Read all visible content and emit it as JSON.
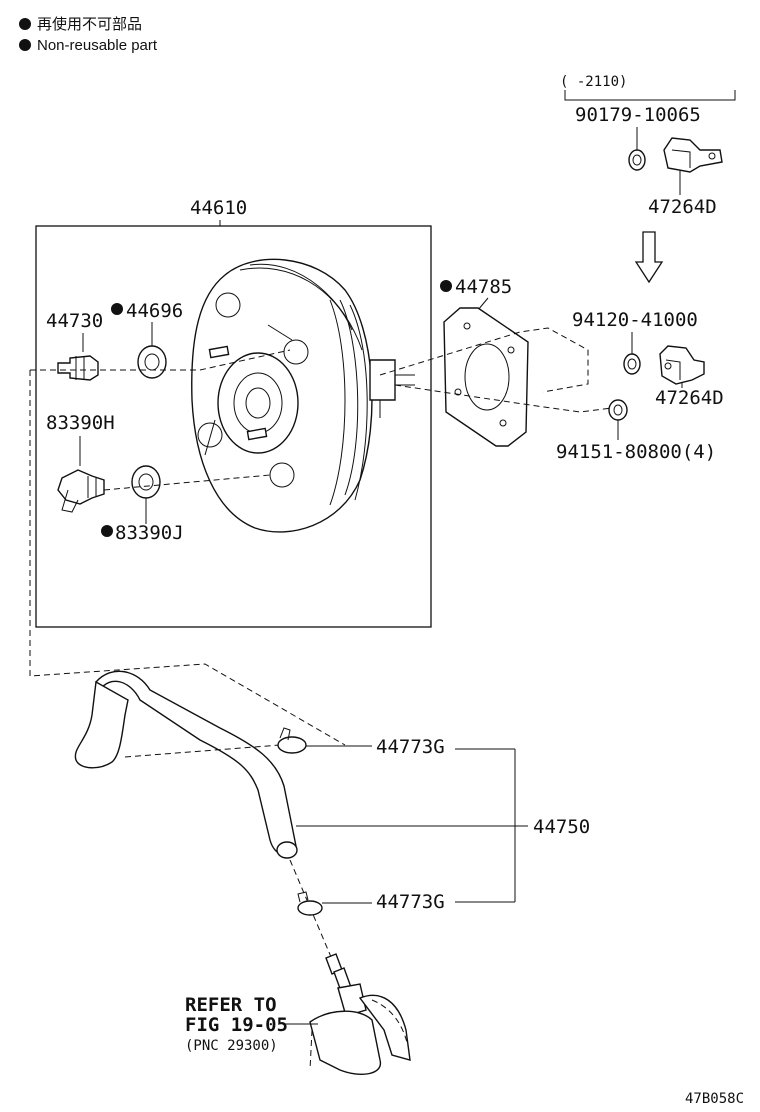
{
  "legend": {
    "jp": "再使用不可部品",
    "en": "Non-reusable part"
  },
  "range_note": "(     -2110)",
  "labels": {
    "p90179": "90179-10065",
    "p47264_top": "47264D",
    "p44610": "44610",
    "p44785": "44785",
    "p44730": "44730",
    "p44696": "44696",
    "p94120": "94120-41000",
    "p47264_mid": "47264D",
    "p83390h": "83390H",
    "p94151": "94151-80800(4)",
    "p83390j": "83390J",
    "p44773g_top": "44773G",
    "p44750": "44750",
    "p44773g_bot": "44773G",
    "refer1": "REFER TO",
    "refer2": "FIG 19-05",
    "refer3": "(PNC 29300)"
  },
  "figure_code": "47B058C"
}
